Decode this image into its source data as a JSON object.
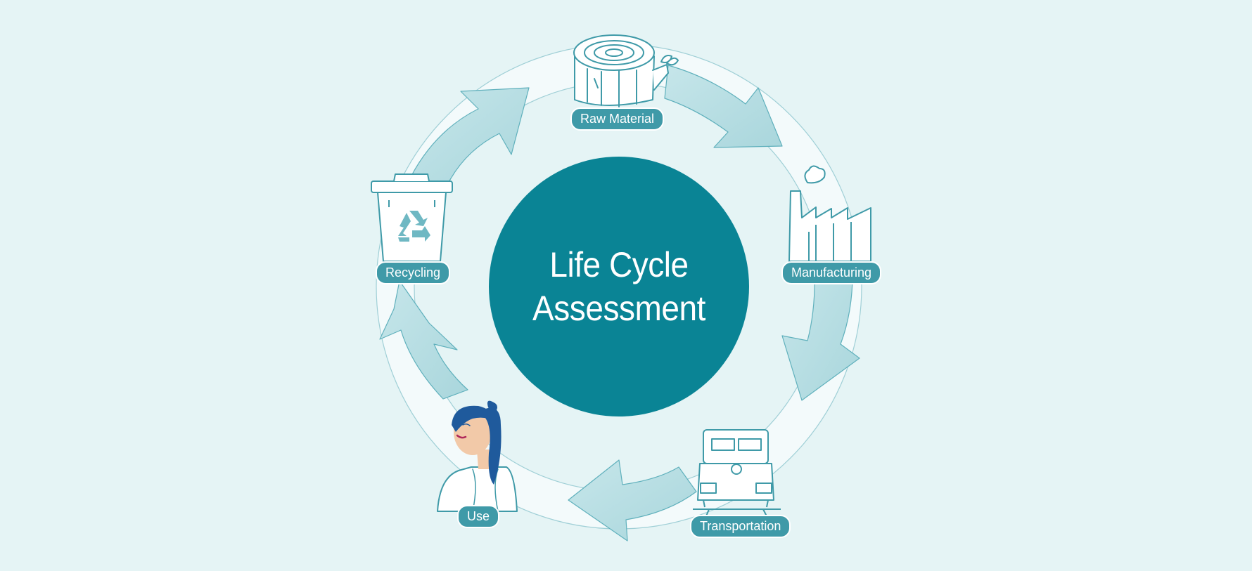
{
  "diagram": {
    "title_line1": "Life Cycle",
    "title_line2": "Assessment",
    "stages": [
      {
        "label": "Raw Material",
        "icon": "tree-stump-icon"
      },
      {
        "label": "Manufacturing",
        "icon": "factory-icon"
      },
      {
        "label": "Transportation",
        "icon": "train-icon"
      },
      {
        "label": "Use",
        "icon": "person-icon"
      },
      {
        "label": "Recycling",
        "icon": "recycling-bin-icon"
      }
    ]
  },
  "colors": {
    "background": "#e5f4f5",
    "center_circle": "#0a8495",
    "label_pill": "#3f9aa8",
    "arrow_fill": "#b9dfe4",
    "outline": "#3f9aa8",
    "hair": "#1f5a9c",
    "skin": "#f2c9a8"
  }
}
